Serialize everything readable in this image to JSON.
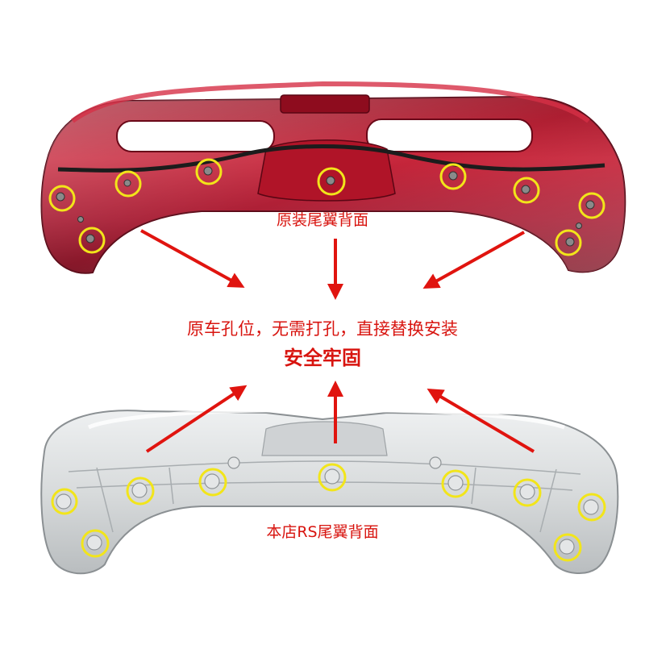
{
  "labels": {
    "original_back": "原装尾翼背面",
    "installation_note": "原车孔位，无需打孔，直接替换安装",
    "secure": "安全牢固",
    "store_rs_back": "本店RS尾翼背面"
  },
  "colors": {
    "text_red": "#d8140f",
    "arrow_red": "#e0140f",
    "marker_yellow": "#f2e51a",
    "original_spoiler": "#b5122a",
    "store_spoiler": "#d9dbdc"
  },
  "photos": {
    "top": "red original rear spoiler, underside view",
    "bottom": "grey RS rear spoiler, underside view"
  }
}
